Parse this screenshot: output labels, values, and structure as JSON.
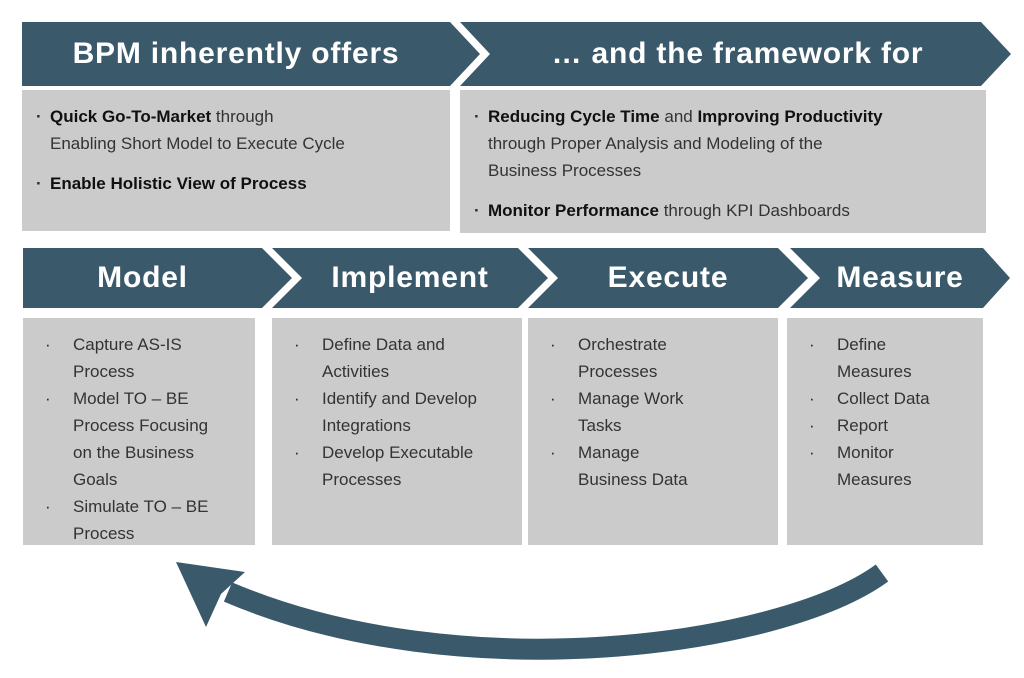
{
  "colors": {
    "accent": "#3A5A6C",
    "panel": "#CBCBCB",
    "header_text": "#FFFFFF",
    "body_text": "#333333"
  },
  "ui": {
    "bullet_char": "·"
  },
  "top_sections": [
    {
      "title": "BPM inherently offers",
      "bullets": [
        {
          "segments": [
            {
              "t": "Quick Go-To-Market",
              "b": true
            },
            {
              "t": " through\nEnabling Short Model to Execute Cycle",
              "b": false
            }
          ]
        },
        {
          "segments": [
            {
              "t": "Enable Holistic View of Process",
              "b": true
            }
          ]
        }
      ]
    },
    {
      "title": "… and the framework for",
      "bullets": [
        {
          "segments": [
            {
              "t": "Reducing Cycle Time",
              "b": true
            },
            {
              "t": " and ",
              "b": false
            },
            {
              "t": "Improving Productivity",
              "b": true
            },
            {
              "t": "\nthrough Proper Analysis and Modeling of the\nBusiness Processes",
              "b": false
            }
          ]
        },
        {
          "segments": [
            {
              "t": "Monitor Performance",
              "b": true
            },
            {
              "t": " through KPI Dashboards",
              "b": false
            }
          ]
        }
      ]
    }
  ],
  "process_steps": [
    {
      "title": "Model",
      "items": [
        "Capture AS-IS\nProcess",
        "Model TO – BE\nProcess Focusing\non the Business\nGoals",
        "Simulate TO – BE\nProcess"
      ]
    },
    {
      "title": "Implement",
      "items": [
        "Define Data and\nActivities",
        "Identify and Develop\nIntegrations",
        "Develop Executable\nProcesses"
      ]
    },
    {
      "title": "Execute",
      "items": [
        "Orchestrate\nProcesses",
        "Manage Work\nTasks",
        "Manage\nBusiness Data"
      ]
    },
    {
      "title": "Measure",
      "items": [
        "Define\nMeasures",
        "Collect Data",
        "Report",
        "Monitor\nMeasures"
      ]
    }
  ]
}
